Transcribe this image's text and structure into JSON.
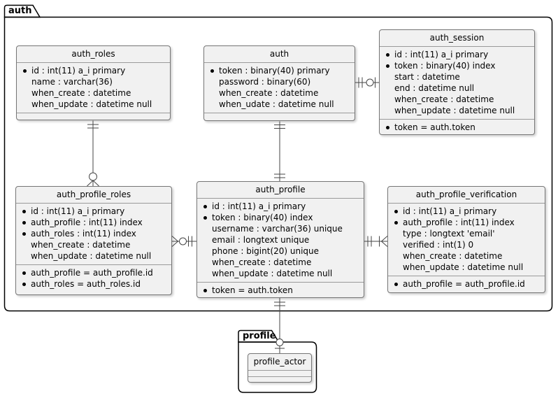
{
  "packages": {
    "auth": {
      "label": "auth"
    },
    "profile": {
      "label": "profile"
    }
  },
  "entities": {
    "auth_roles": {
      "title": "auth_roles",
      "attributes": [
        {
          "bullet": true,
          "text": "id : int(11) a_i primary"
        },
        {
          "bullet": false,
          "text": "name : varchar(36)"
        },
        {
          "bullet": false,
          "text": "when_create : datetime"
        },
        {
          "bullet": false,
          "text": "when_update : datetime null"
        }
      ],
      "constraints": [],
      "empty_sections": 1
    },
    "auth": {
      "title": "auth",
      "attributes": [
        {
          "bullet": true,
          "text": "token : binary(40) primary"
        },
        {
          "bullet": false,
          "text": "password : binary(60)"
        },
        {
          "bullet": false,
          "text": "when_create : datetime"
        },
        {
          "bullet": false,
          "text": "when_udate : datetime null"
        }
      ],
      "constraints": [],
      "empty_sections": 1
    },
    "auth_session": {
      "title": "auth_session",
      "attributes": [
        {
          "bullet": true,
          "text": "id : int(11) a_i primary"
        },
        {
          "bullet": true,
          "text": "token : binary(40) index"
        },
        {
          "bullet": false,
          "text": "start : datetime"
        },
        {
          "bullet": false,
          "text": "end : datetime null"
        },
        {
          "bullet": false,
          "text": "when_create : datetime"
        },
        {
          "bullet": false,
          "text": "when_update : datetime null"
        }
      ],
      "constraints": [
        {
          "bullet": true,
          "text": "token = auth.token"
        }
      ],
      "empty_sections": 0
    },
    "auth_profile_roles": {
      "title": "auth_profile_roles",
      "attributes": [
        {
          "bullet": true,
          "text": "id : int(11) a_i primary"
        },
        {
          "bullet": true,
          "text": "auth_profile : int(11) index"
        },
        {
          "bullet": true,
          "text": "auth_roles : int(11) index"
        },
        {
          "bullet": false,
          "text": "when_create : datetime"
        },
        {
          "bullet": false,
          "text": "when_update : datetime null"
        }
      ],
      "constraints": [
        {
          "bullet": true,
          "text": "auth_profile = auth_profile.id"
        },
        {
          "bullet": true,
          "text": "auth_roles = auth_roles.id"
        }
      ],
      "empty_sections": 0
    },
    "auth_profile": {
      "title": "auth_profile",
      "attributes": [
        {
          "bullet": true,
          "text": "id : int(11) a_i primary"
        },
        {
          "bullet": true,
          "text": "token : binary(40) index"
        },
        {
          "bullet": false,
          "text": "username : varchar(36) unique"
        },
        {
          "bullet": false,
          "text": "email : longtext unique"
        },
        {
          "bullet": false,
          "text": "phone : bigint(20) unique"
        },
        {
          "bullet": false,
          "text": "when_create : datetime"
        },
        {
          "bullet": false,
          "text": "when_update : datetime null"
        }
      ],
      "constraints": [
        {
          "bullet": true,
          "text": "token = auth.token"
        }
      ],
      "empty_sections": 0
    },
    "auth_profile_verification": {
      "title": "auth_profile_verification",
      "attributes": [
        {
          "bullet": true,
          "text": "id : int(11) a_i primary"
        },
        {
          "bullet": true,
          "text": "auth_profile : int(11) index"
        },
        {
          "bullet": false,
          "text": "type : longtext 'email'"
        },
        {
          "bullet": false,
          "text": "verified : int(1) 0"
        },
        {
          "bullet": false,
          "text": "when_create : datetime"
        },
        {
          "bullet": false,
          "text": "when_update : datetime null"
        }
      ],
      "constraints": [
        {
          "bullet": true,
          "text": "auth_profile = auth_profile.id"
        }
      ],
      "empty_sections": 0
    },
    "profile_actor": {
      "title": "profile_actor",
      "attributes": [],
      "constraints": [],
      "empty_sections": 2
    }
  },
  "relationships": [
    {
      "from": "auth_roles",
      "from_cardinality": "exactly-one",
      "to": "auth_profile_roles",
      "to_cardinality": "zero-or-many"
    },
    {
      "from": "auth",
      "from_cardinality": "exactly-one",
      "to": "auth_profile",
      "to_cardinality": "exactly-one"
    },
    {
      "from": "auth",
      "from_cardinality": "exactly-one",
      "to": "auth_session",
      "to_cardinality": "zero-or-one"
    },
    {
      "from": "auth_profile_roles",
      "from_cardinality": "zero-or-many",
      "to": "auth_profile",
      "to_cardinality": "exactly-one"
    },
    {
      "from": "auth_profile",
      "from_cardinality": "exactly-one",
      "to": "auth_profile_verification",
      "to_cardinality": "one-or-many"
    },
    {
      "from": "auth_profile",
      "from_cardinality": "exactly-one",
      "to": "profile_actor",
      "to_cardinality": "zero-or-one"
    }
  ],
  "colors": {
    "background": "#FFFFFF",
    "entity_fill": "#F1F1F1",
    "entity_border": "#767676",
    "section_divider": "#9A9A9A",
    "package_border": "#000000",
    "connector": "#454545",
    "text": "#000000"
  }
}
